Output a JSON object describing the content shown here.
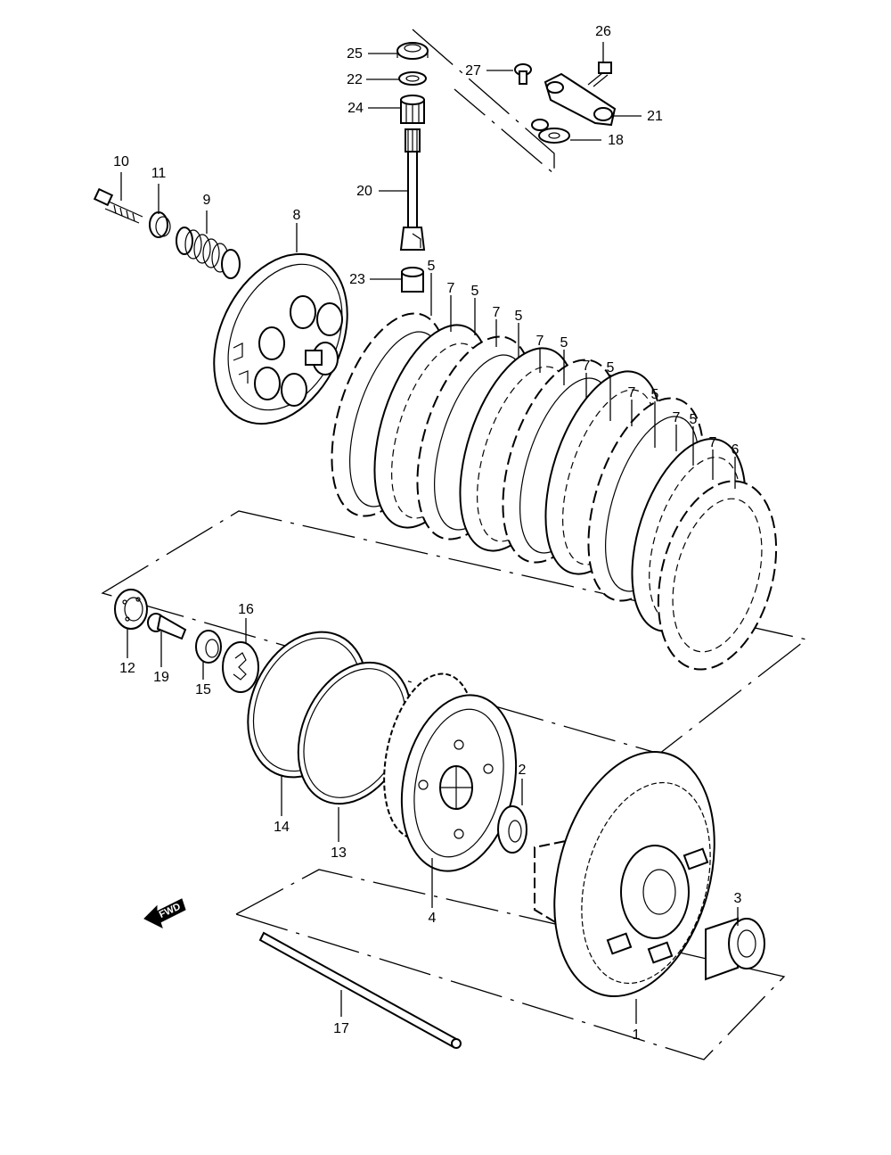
{
  "callouts": [
    {
      "id": "1",
      "text": "1"
    },
    {
      "id": "2",
      "text": "2"
    },
    {
      "id": "3",
      "text": "3"
    },
    {
      "id": "4",
      "text": "4"
    },
    {
      "id": "5",
      "text": "5"
    },
    {
      "id": "6",
      "text": "6"
    },
    {
      "id": "7",
      "text": "7"
    },
    {
      "id": "8",
      "text": "8"
    },
    {
      "id": "9",
      "text": "9"
    },
    {
      "id": "10",
      "text": "10"
    },
    {
      "id": "11",
      "text": "11"
    },
    {
      "id": "12",
      "text": "12"
    },
    {
      "id": "13",
      "text": "13"
    },
    {
      "id": "14",
      "text": "14"
    },
    {
      "id": "15",
      "text": "15"
    },
    {
      "id": "16",
      "text": "16"
    },
    {
      "id": "17",
      "text": "17"
    },
    {
      "id": "18",
      "text": "18"
    },
    {
      "id": "19",
      "text": "19"
    },
    {
      "id": "20",
      "text": "20"
    },
    {
      "id": "21",
      "text": "21"
    },
    {
      "id": "22",
      "text": "22"
    },
    {
      "id": "23",
      "text": "23"
    },
    {
      "id": "24",
      "text": "24"
    },
    {
      "id": "25",
      "text": "25"
    },
    {
      "id": "26",
      "text": "26"
    },
    {
      "id": "27",
      "text": "27"
    }
  ],
  "fwd_arrow_text": "FWD"
}
